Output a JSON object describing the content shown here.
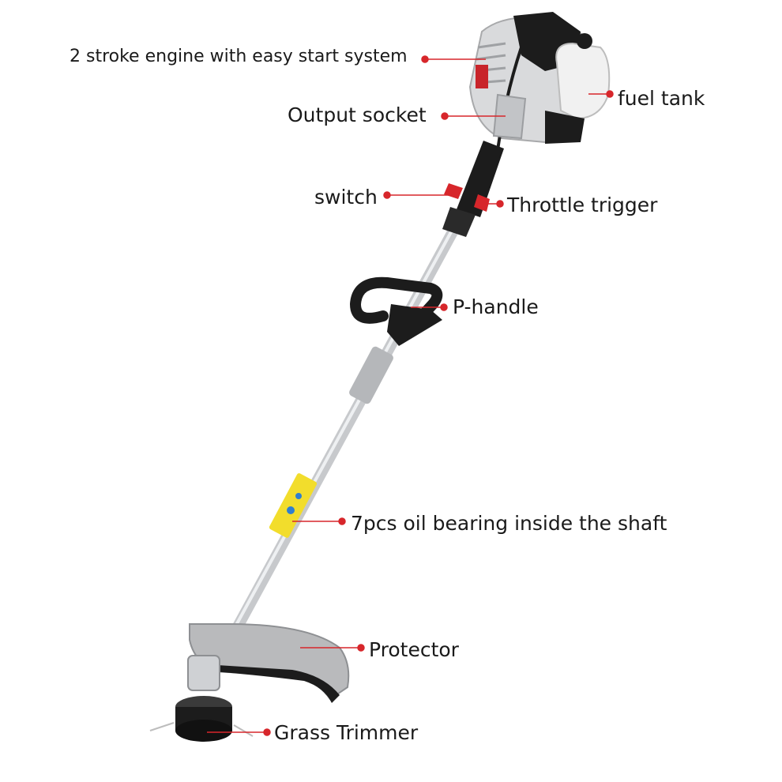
{
  "colors": {
    "callout": "#d7262b",
    "shaft": "#c7c9cc",
    "engine_grey": "#d9dadc",
    "black_part": "#1c1c1c",
    "guard_grey": "#b9babc",
    "decal_yellow": "#f2dd2c",
    "text": "#1a1a1a"
  },
  "labels": {
    "engine": "2 stroke engine with easy start system",
    "fuel_tank": "fuel tank",
    "output_socket": "Output socket",
    "switch": "switch",
    "throttle_trigger": "Throttle trigger",
    "p_handle": "P-handle",
    "bearing": "7pcs oil bearing inside the shaft",
    "protector": "Protector",
    "grass_trimmer": "Grass Trimmer"
  }
}
